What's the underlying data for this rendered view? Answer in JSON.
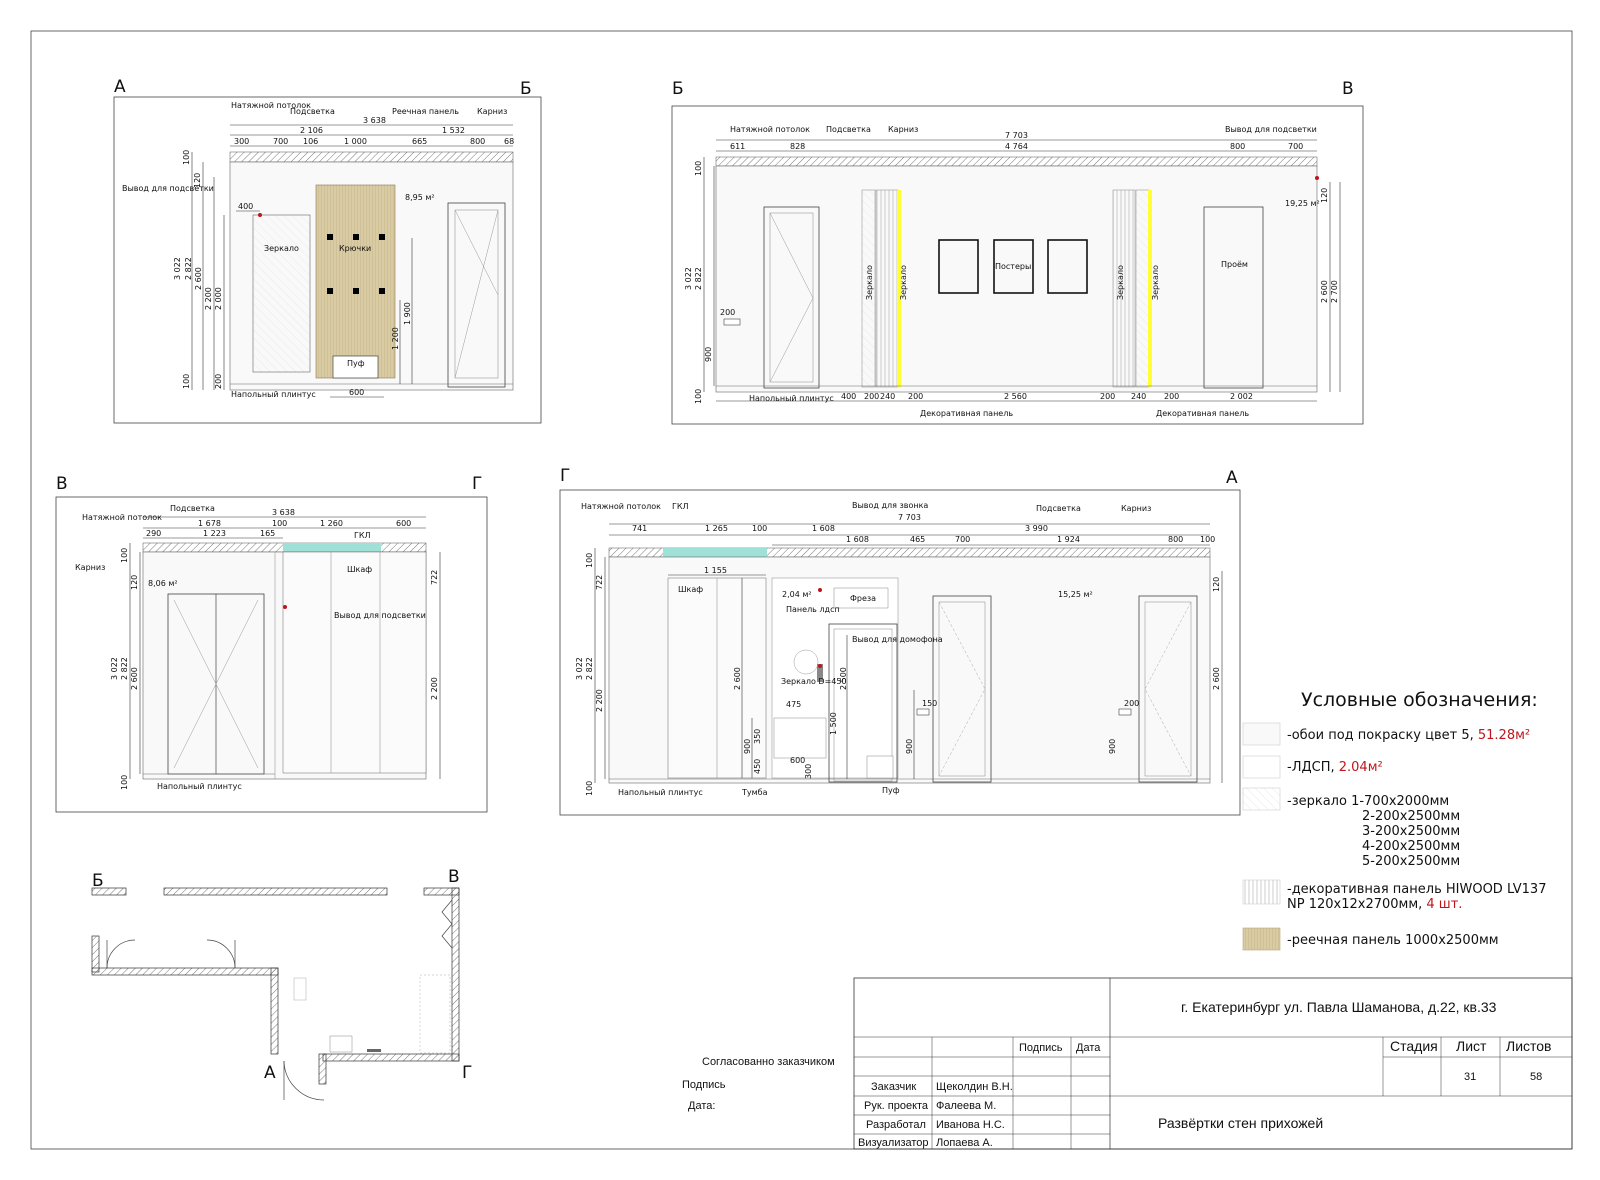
{
  "views": {
    "ab": {
      "corner_left": "А",
      "corner_right": "Б",
      "labels": {
        "ceiling": "Натяжной\nпотолок",
        "light": "Подсветка",
        "slat": "Реечная панель",
        "cornice": "Карниз",
        "outlet": "Вывод для\nподсветки",
        "mirror": "Зеркало",
        "hooks": "Крючки",
        "pouf": "Пуф",
        "floor": "Напольный\nплинтус",
        "area": "8,95 м²"
      },
      "dims": {
        "total": "3 638",
        "left": "2 106",
        "right": "1 532",
        "row": [
          "300",
          "700",
          "106",
          "1 000",
          "665",
          "800",
          "68"
        ],
        "v": [
          "100",
          "120",
          "3 022",
          "2 822",
          "2 600",
          "2 200",
          "2 000",
          "100",
          "200",
          "1 200",
          "1 900"
        ],
        "outlet_w": "400",
        "pouf_w": "600"
      }
    },
    "bv": {
      "corner_left": "Б",
      "corner_right": "В",
      "labels": {
        "ceiling": "Натяжной потолок",
        "light": "Подсветка",
        "cornice": "Карниз",
        "outlet": "Вывод для подсветки",
        "mirror": "Зеркало",
        "posters": "Постеры",
        "opening": "Проём",
        "floor": "Напольный плинтус",
        "deco": "Декоративная панель",
        "area": "19,25 м²"
      },
      "dims": {
        "total": "7 703",
        "top": [
          "611",
          "828",
          "4 764",
          "800",
          "700"
        ],
        "bottom": [
          "400",
          "200",
          "240",
          "200",
          "2 560",
          "200",
          "240",
          "200",
          "2 002"
        ],
        "v": [
          "100",
          "3 022",
          "2 822",
          "900",
          "100",
          "120",
          "2 600",
          "2 700"
        ],
        "switch": "200"
      }
    },
    "vg": {
      "corner_left": "В",
      "corner_right": "Г",
      "labels": {
        "ceiling": "Натяжной\nпотолок",
        "light": "Подсветка",
        "cornice": "Карниз",
        "gkl": "ГКЛ",
        "wardrobe": "Шкаф",
        "outlet": "Вывод для\nподсветки",
        "floor": "Напольный плинтус",
        "area": "8,06 м²"
      },
      "dims": {
        "total": "3 638",
        "mid": [
          "1 678",
          "100",
          "1 260",
          "600"
        ],
        "row": [
          "290",
          "1 223",
          "165"
        ],
        "v": [
          "100",
          "120",
          "3 022",
          "2 822",
          "2 600",
          "100",
          "722",
          "2 200"
        ]
      }
    },
    "ga": {
      "corner_left": "Г",
      "corner_right": "А",
      "labels": {
        "ceiling": "Натяжной потолок",
        "gkl": "ГКЛ",
        "bell": "Вывод для звонка",
        "light": "Подсветка",
        "cornice": "Карниз",
        "wardrobe": "Шкаф",
        "panel": "Панель\nлдсп",
        "mill": "Фреза",
        "intercom": "Вывод для\nдомофона",
        "mirror": "Зеркало\nD=450",
        "floor": "Напольный плинтус",
        "tumba": "Тумба",
        "pouf": "Пуф",
        "area1": "2,04 м²",
        "area2": "15,25 м²"
      },
      "dims": {
        "total": "7 703",
        "top": [
          "741",
          "1 265",
          "100",
          "1 608",
          "3 990"
        ],
        "row": [
          "1 608",
          "465",
          "700",
          "1 924",
          "800",
          "100"
        ],
        "wardrobe_w": "1 155",
        "v": [
          "100",
          "722",
          "3 022",
          "2 822",
          "2 200",
          "100",
          "2 600",
          "900",
          "350",
          "450",
          "300",
          "2 500",
          "1 500",
          "900",
          "120",
          "2 600"
        ],
        "small": [
          "475",
          "600",
          "150",
          "200"
        ]
      }
    }
  },
  "plan": {
    "labels": [
      "Б",
      "В",
      "А",
      "Г"
    ]
  },
  "legend": {
    "title": "Условные обозначения:",
    "items": [
      {
        "text": "-обои под покраску цвет 5, ",
        "red": "51.28м²"
      },
      {
        "text": "-ЛДСП, ",
        "red": "2.04м²"
      },
      {
        "text": "-зеркало  1-700x2000мм",
        "lines": [
          "2-200x2500мм",
          "3-200x2500мм",
          "4-200x2500мм",
          "5-200x2500мм"
        ]
      },
      {
        "text": "-декоративная панель HIWOOD LV137",
        "line2": "NP 120x12x2700мм, ",
        "red": "4 шт."
      },
      {
        "text": "-реечная панель 1000x2500мм"
      }
    ],
    "colors": {
      "slat": "#d9cba3",
      "light": "#ffff33",
      "gkl": "#9fe0d7",
      "red": "#c0141c"
    }
  },
  "approval": {
    "agreed": "Согласованно заказчиком",
    "sign": "Подпись",
    "date": "Дата:"
  },
  "title_block": {
    "address": "г. Екатеринбург ул. Павла Шаманова, д.22, кв.33",
    "col_sign": "Подпись",
    "col_date": "Дата",
    "stage": "Стадия",
    "sheet": "Лист",
    "sheets": "Листов",
    "sheet_no": "31",
    "sheets_total": "58",
    "rows": [
      {
        "role": "Заказчик",
        "name": "Щеколдин В.Н."
      },
      {
        "role": "Рук. проекта",
        "name": "Фалеева М."
      },
      {
        "role": "Разработал",
        "name": "Иванова Н.С."
      },
      {
        "role": "Визуализатор",
        "name": "Лопаева А."
      }
    ],
    "drawing_title": "Развёртки стен прихожей"
  }
}
